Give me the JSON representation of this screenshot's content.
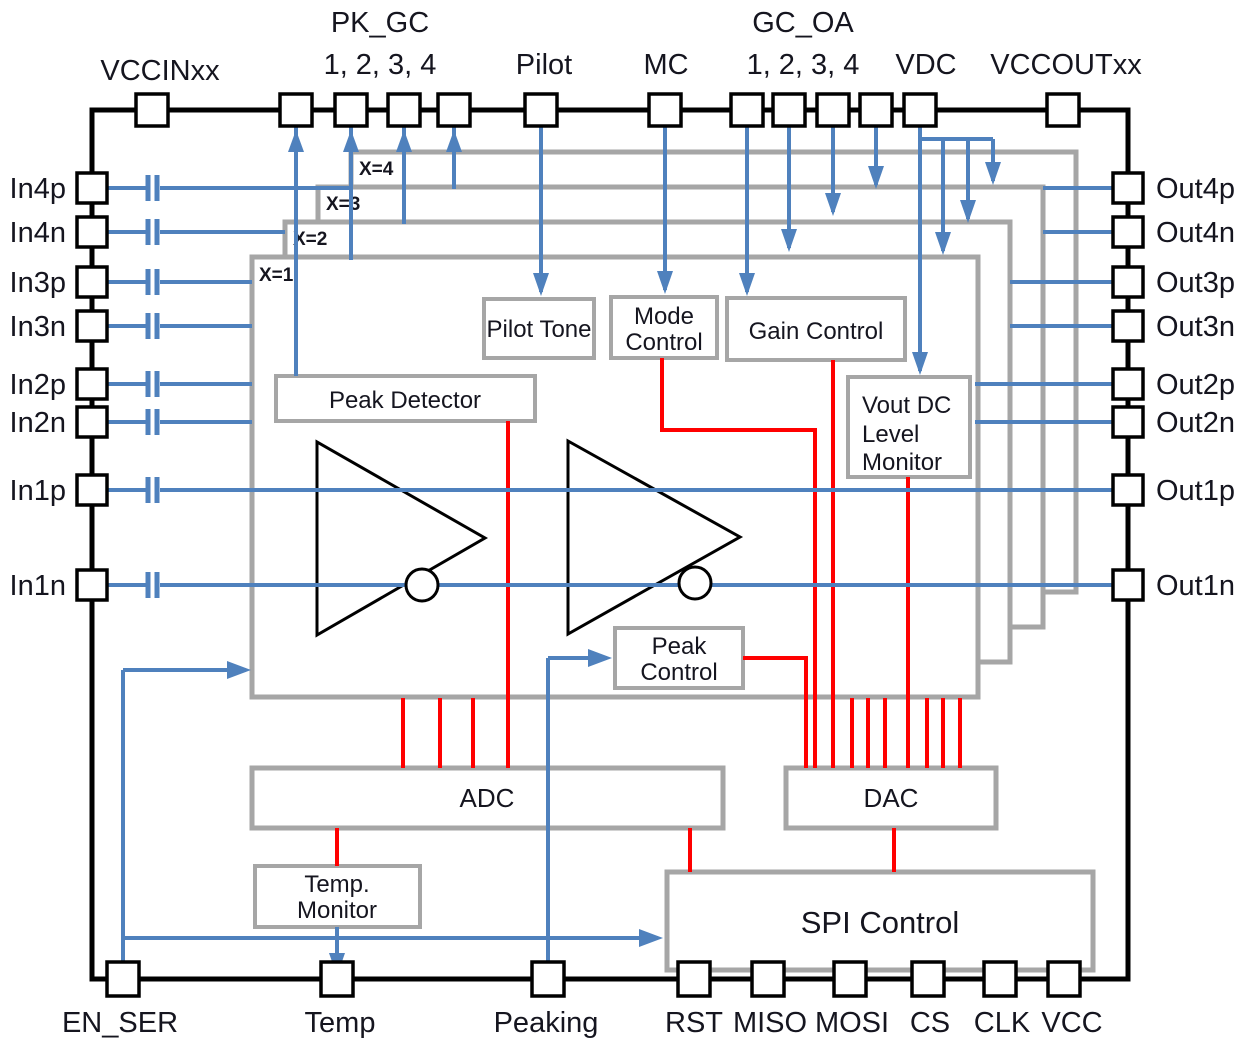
{
  "pin_labels": {
    "top": [
      "VCCINxx",
      "PK_GC",
      "1, 2, 3, 4",
      "Pilot",
      "MC",
      "GC_OA",
      "1, 2, 3, 4",
      "VDC",
      "VCCOUTxx"
    ],
    "left": [
      "In4p",
      "In4n",
      "In3p",
      "In3n",
      "In2p",
      "In2n",
      "In1p",
      "In1n"
    ],
    "right": [
      "Out4p",
      "Out4n",
      "Out3p",
      "Out3n",
      "Out2p",
      "Out2n",
      "Out1p",
      "Out1n"
    ],
    "bottom": [
      "EN_SER",
      "Temp",
      "Peaking",
      "RST",
      "MISO",
      "MOSI",
      "CS",
      "CLK",
      "VCC"
    ]
  },
  "channel_labels": [
    "X=1",
    "X=2",
    "X=3",
    "X=4"
  ],
  "blocks": {
    "pilot_tone": "Pilot Tone",
    "mode_control": [
      "Mode",
      "Control"
    ],
    "gain_control": "Gain Control",
    "vout_dc_monitor": [
      "Vout DC",
      "Level",
      "Monitor"
    ],
    "peak_detector": "Peak Detector",
    "peak_control": [
      "Peak",
      "Control"
    ],
    "adc": "ADC",
    "dac": "DAC",
    "temp_monitor": [
      "Temp.",
      "Monitor"
    ],
    "spi_control": "SPI Control"
  },
  "colors": {
    "signal_blue": "#4f81bd",
    "control_red": "#ff0000",
    "block_gray": "#a6a6a6",
    "chip_black": "#000000"
  }
}
